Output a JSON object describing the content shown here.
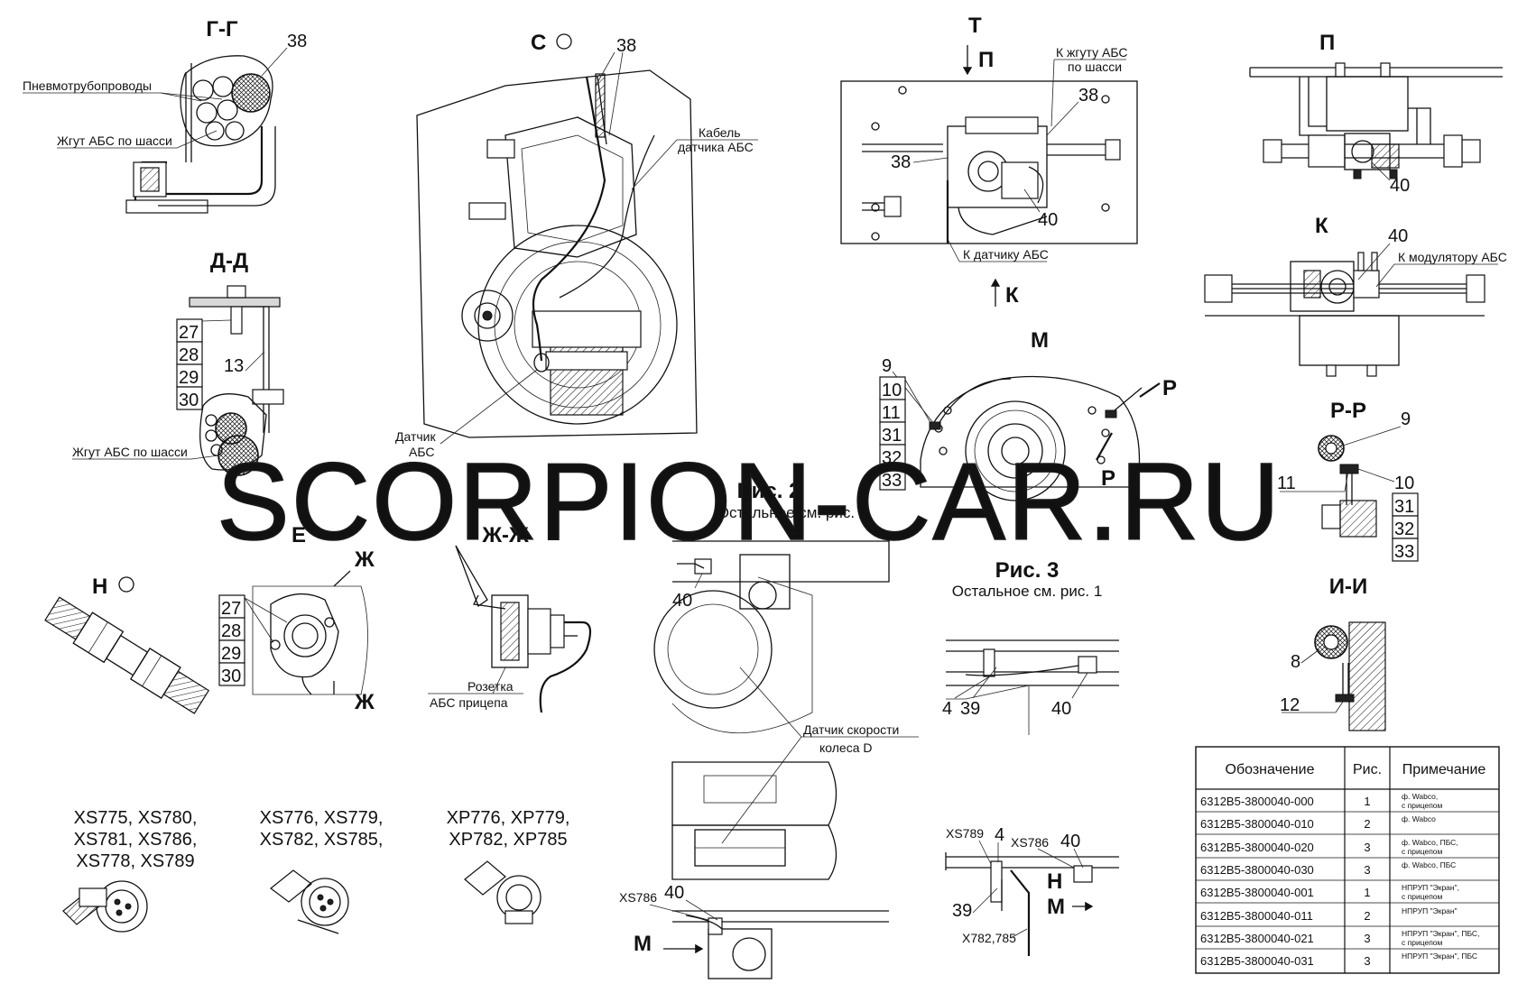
{
  "views": {
    "gg": "Г-Г",
    "c": "С",
    "t": "Т",
    "p_arrow": "П",
    "p": "П",
    "k_arrow": "К",
    "k": "К",
    "dd": "Д-Д",
    "m": "М",
    "r_top": "Р",
    "r_bottom": "Р",
    "rr": "Р-Р",
    "e": "Е",
    "zh_top": "Ж",
    "zh_bottom": "Ж",
    "zhzh": "Ж-Ж",
    "n": "Н",
    "ii": "И-И",
    "m_bottom": "М",
    "n_bottom": "Н",
    "m_bottom2": "М"
  },
  "labels": {
    "pneumo": "Пневмотрубопроводы",
    "harness_gg": "Жгут АБС по шасси",
    "harness_dd": "Жгут АБС по шасси",
    "cable_line1": "Кабель",
    "cable_line2": "датчика АБС",
    "sensor_line1": "Датчик",
    "sensor_line2": "АБС",
    "to_harness_line1": "К жгуту АБС",
    "to_harness_line2": "по шасси",
    "to_sensor": "К датчику АБС",
    "to_modulator": "К модулятору АБС",
    "socket_line1": "Розетка",
    "socket_line2": "АБС прицепа",
    "speed_line1": "Датчик скорости",
    "speed_line2": "колеса D"
  },
  "figures": {
    "fig2": "Рис. 2",
    "fig2_sub": "Остальное см. рис. 1",
    "fig3": "Рис. 3",
    "fig3_sub": "Остальное см. рис. 1"
  },
  "callouts": {
    "gg_38": "38",
    "c_38": "38",
    "t_38a": "38",
    "t_38b": "38",
    "t_40": "40",
    "p_40": "40",
    "k_40": "40",
    "dd_27": "27",
    "dd_28": "28",
    "dd_29": "29",
    "dd_30": "30",
    "dd_13": "13",
    "m_9": "9",
    "m_10": "10",
    "m_11": "11",
    "m_31": "31",
    "m_32": "32",
    "m_33": "33",
    "rr_9": "9",
    "rr_11": "11",
    "rr_10": "10",
    "rr_31": "31",
    "rr_32": "32",
    "rr_33": "33",
    "e_27": "27",
    "e_28": "28",
    "e_29": "29",
    "e_30": "30",
    "fig2_40": "40",
    "fig3_4": "4",
    "fig3_39": "39",
    "fig3_40": "40",
    "ii_8": "8",
    "ii_12": "12",
    "bot_40": "40",
    "bot_xs786": "XS786",
    "br_xs789": "XS789",
    "br_4": "4",
    "br_xs786": "XS786",
    "br_40": "40",
    "br_39": "39",
    "br_x782": "X782,785"
  },
  "connectors": {
    "group1": [
      "XS775, XS780,",
      "XS781, XS786,",
      "XS778, XS789"
    ],
    "group2": [
      "XS776, XS779,",
      "XS782, XS785,"
    ],
    "group3": [
      "XP776, XP779,",
      "XP782, XP785"
    ]
  },
  "watermark": "SCORPION-CAR.RU",
  "table": {
    "headers": [
      "Обозначение",
      "Рис.",
      "Примечание"
    ],
    "rows": [
      {
        "code": "6312B5-3800040-000",
        "fig": "1",
        "note1": "ф. Wabco,",
        "note2": "с прицепом"
      },
      {
        "code": "6312B5-3800040-010",
        "fig": "2",
        "note1": "ф. Wabco",
        "note2": ""
      },
      {
        "code": "6312B5-3800040-020",
        "fig": "3",
        "note1": "ф. Wabco, ПБС,",
        "note2": "с прицепом"
      },
      {
        "code": "6312B5-3800040-030",
        "fig": "3",
        "note1": "ф. Wabco, ПБС",
        "note2": ""
      },
      {
        "code": "6312B5-3800040-001",
        "fig": "1",
        "note1": "НПРУП \"Экран\",",
        "note2": "с прицепом"
      },
      {
        "code": "6312B5-3800040-011",
        "fig": "2",
        "note1": "НПРУП \"Экран\"",
        "note2": ""
      },
      {
        "code": "6312B5-3800040-021",
        "fig": "3",
        "note1": "НПРУП \"Экран\", ПБС,",
        "note2": "с прицепом"
      },
      {
        "code": "6312B5-3800040-031",
        "fig": "3",
        "note1": "НПРУП \"Экран\", ПБС",
        "note2": ""
      }
    ]
  }
}
